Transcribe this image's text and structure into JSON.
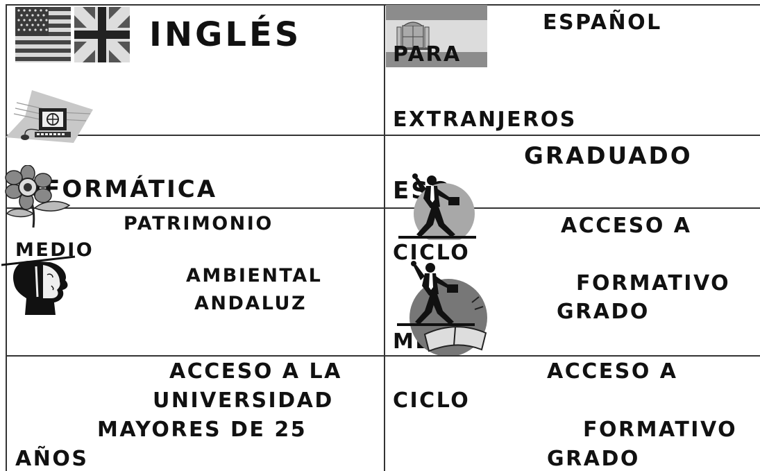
{
  "cells": {
    "ingles": {
      "title": "INGLÉS"
    },
    "espanol": {
      "line1": "ESPAÑOL",
      "line2": "PARA",
      "line3": "EXTRANJEROS"
    },
    "informatica": {
      "title": "INFORMÁTICA"
    },
    "graduado": {
      "line1": "GRADUADO",
      "line2": "ESO"
    },
    "patrimonio": {
      "line1": "PATRIMONIO",
      "line2": "MEDIO",
      "line3": "AMBIENTAL",
      "line4": "ANDALUZ"
    },
    "ciclo_medio": {
      "line1": "ACCESO A",
      "line2": "CICLO",
      "line3": "FORMATIVO",
      "line4": "GRADO",
      "line5": "MEDIO"
    },
    "universidad": {
      "line1": "ACCESO A LA",
      "line2": "UNIVERSIDAD",
      "line3": "MAYORES DE 25",
      "line4": "AÑOS"
    },
    "ciclo_superior": {
      "line1": "ACCESO A",
      "line2": "CICLO",
      "line3": "FORMATIVO",
      "line4": "GRADO"
    }
  },
  "icons": {
    "flag_left": "us-uk-flag-icon",
    "flag_right": "spain-flag-icon",
    "computer": "computer-icon",
    "flower": "flower-icon",
    "person": "student-silhouette-icon",
    "runner": "businessman-runner-icon"
  }
}
